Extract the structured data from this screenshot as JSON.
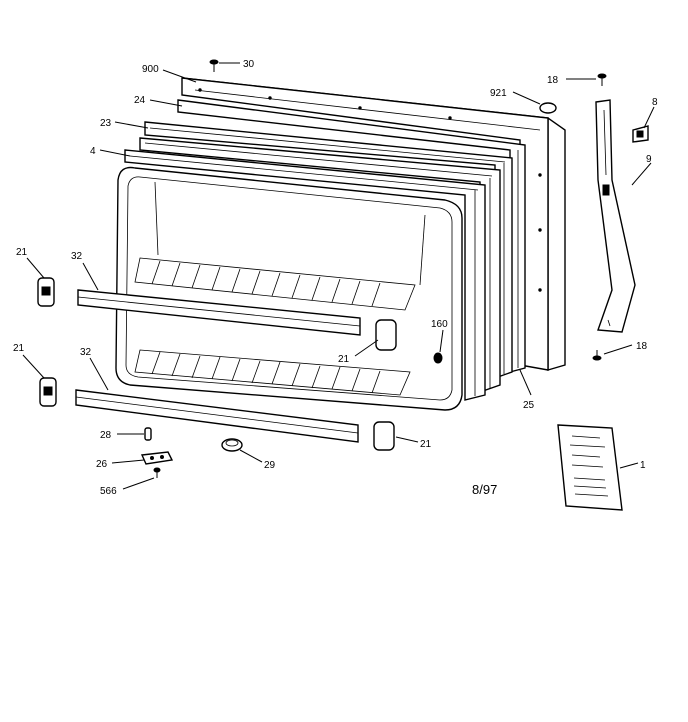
{
  "labels": {
    "l900": "900",
    "l30": "30",
    "l24": "24",
    "l23": "23",
    "l4": "4",
    "l921": "921",
    "l18a": "18",
    "l8": "8",
    "l9": "9",
    "l21a": "21",
    "l32a": "32",
    "l21b": "21",
    "l32b": "32",
    "l160": "160",
    "l21c": "21",
    "l18b": "18",
    "l25": "25",
    "l28": "28",
    "l26": "26",
    "l29": "29",
    "l21d": "21",
    "l566": "566",
    "l1": "1"
  },
  "date_code": "8/97"
}
